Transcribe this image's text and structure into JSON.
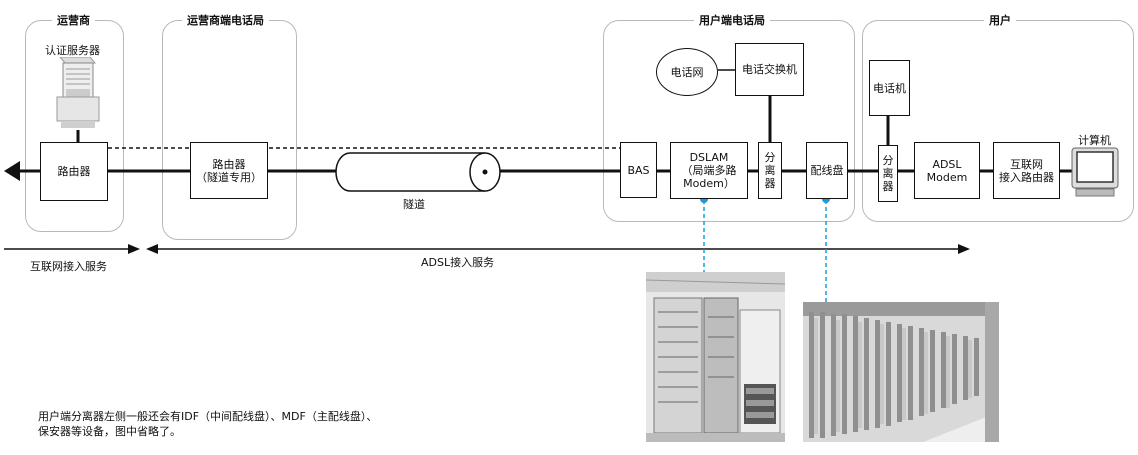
{
  "groups": {
    "operator": "运营商",
    "operator_office": "运营商端电话局",
    "user_office": "用户端电话局",
    "user": "用户"
  },
  "nodes": {
    "auth_server": "认证服务器",
    "router": "路由器",
    "tunnel_router_1": "路由器",
    "tunnel_router_2": "（隧道专用）",
    "tunnel": "隧道",
    "bas": "BAS",
    "dslam_1": "DSLAM",
    "dslam_2": "（局端多路",
    "dslam_3": "Modem）",
    "splitter_office": "分离器",
    "mdf": "配线盘",
    "phone_network": "电话网",
    "phone_switch": "电话交换机",
    "telephone": "电话机",
    "splitter_user": "分离器",
    "adsl_modem_1": "ADSL",
    "adsl_modem_2": "Modem",
    "internet_router_1": "互联网",
    "internet_router_2": "接入路由器",
    "computer": "计算机"
  },
  "services": {
    "internet": "互联网接入服务",
    "adsl": "ADSL接入服务"
  },
  "note": {
    "line1": "用户端分离器左侧一般还会有IDF（中间配线盘）、MDF（主配线盘）、",
    "line2": "保安器等设备，图中省略了。"
  },
  "photos": [
    {
      "depicts": "dslam-equipment-rack-photo"
    },
    {
      "depicts": "distribution-frame-photo"
    }
  ],
  "colors": {
    "line": "#111111",
    "group_border": "#b9b9b9",
    "accent_dot": "#1a9be0",
    "dashed_link": "#1a9be0"
  }
}
